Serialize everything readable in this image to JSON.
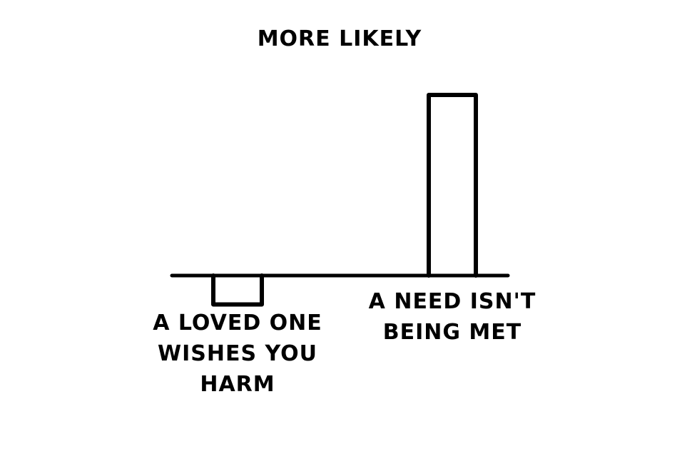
{
  "chart_data": {
    "type": "bar",
    "title": "MORE LIKELY",
    "categories": [
      "A LOVED ONE WISHES YOU HARM",
      "A NEED ISN'T BEING MET"
    ],
    "category_label_lines": [
      [
        "A LOVED ONE",
        "WISHES YOU",
        "HARM"
      ],
      [
        "A NEED ISN'T",
        "BEING MET"
      ]
    ],
    "values": [
      -0.16,
      1.0
    ],
    "ylim": [
      -0.3,
      1.25
    ],
    "xlabel": "",
    "ylabel": "",
    "grid": false,
    "colors": {
      "stroke": "#000000",
      "fill": "#ffffff",
      "background": "#ffffff"
    }
  }
}
